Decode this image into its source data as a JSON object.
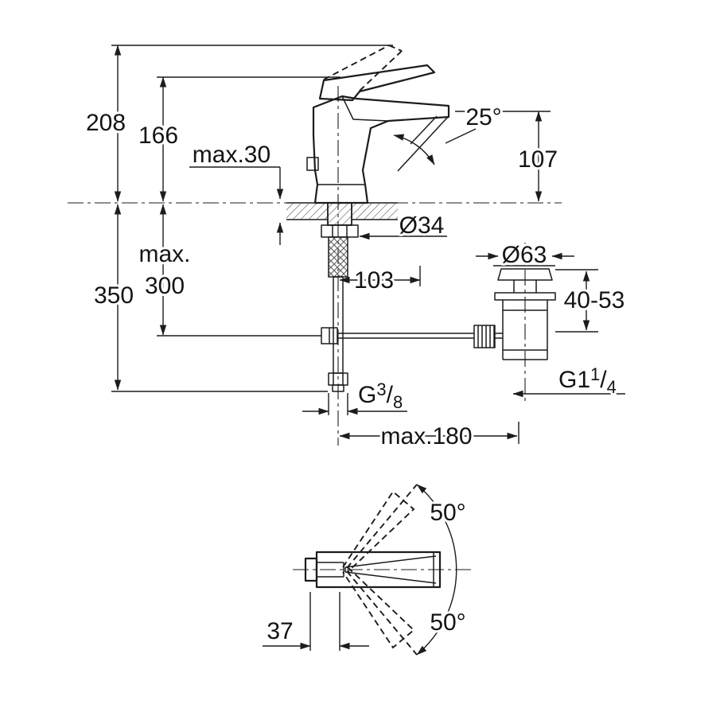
{
  "page": {
    "background": "#ffffff",
    "ink": "#1c1c1c"
  },
  "side_view": {
    "labels": {
      "height_overall": "208",
      "height_to_spout_top": "166",
      "deck_max_thickness": "max.30",
      "spout_angle": "25°",
      "spout_outlet_height": "107",
      "mounting_hole_diameter": "Ø34",
      "hose_max_word": "max.",
      "hose_max_value": "300",
      "supply_height": "350",
      "spout_reach": "103",
      "waste_flange_diameter": "Ø63",
      "waste_deck_thickness_range": "40-53",
      "waste_thread_whole": "G1",
      "waste_thread_numerator": "1",
      "waste_thread_slash": "/",
      "waste_thread_denominator": "4",
      "supply_thread_whole": "G",
      "supply_thread_numerator": "3",
      "supply_thread_slash": "/",
      "supply_thread_denominator": "8",
      "max_reach_to_waste": "max.180"
    }
  },
  "bottom_view": {
    "labels": {
      "handle_swing_upper": "50°",
      "handle_swing_lower": "50°",
      "spout_offset": "37"
    }
  }
}
